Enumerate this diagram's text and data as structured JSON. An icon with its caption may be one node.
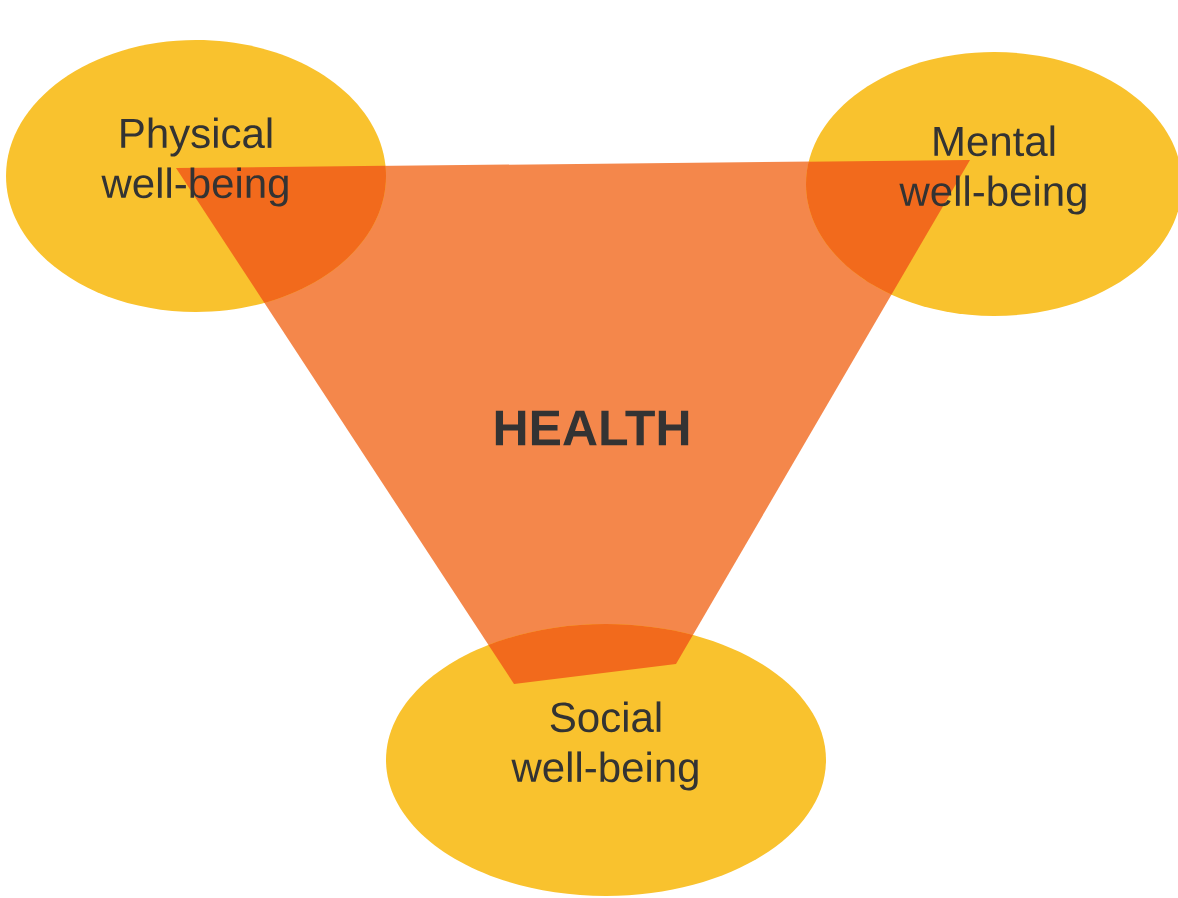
{
  "diagram": {
    "nodes": [
      {
        "text": [
          "Physical well-being"
        ]
      },
      {
        "text": [
          "Mental well-being"
        ]
      },
      {
        "text": [
          "HEALTH"
        ]
      },
      {
        "text": [
          "Social well-being"
        ]
      }
    ]
  }
}
